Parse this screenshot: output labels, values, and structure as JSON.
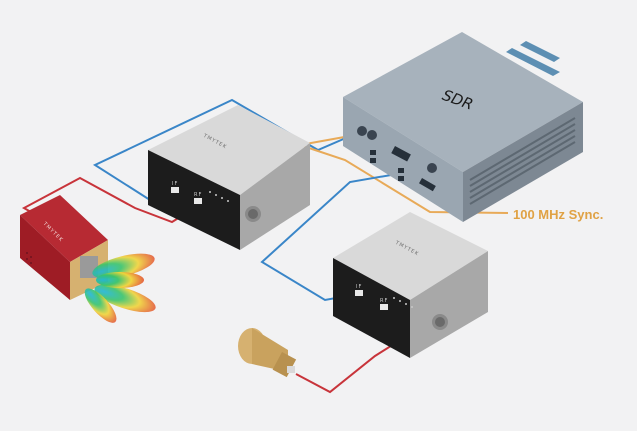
{
  "devices": {
    "sdr": {
      "label": "SDR"
    },
    "converter_top": {
      "brand": "TMYTEK",
      "port_if": "IF",
      "port_rf": "RF"
    },
    "converter_bottom": {
      "brand": "TMYTEK",
      "port_if": "IF",
      "port_rf": "RF"
    },
    "antenna_module": {
      "brand": "TMYTEK"
    }
  },
  "annotations": {
    "sync_label": "100 MHz Sync."
  },
  "colors": {
    "cable_blue": "#3a86c8",
    "cable_red": "#c8343a",
    "cable_sync": "#e8aa58",
    "sdr_body": "#8e9aa6",
    "converter_body": "#c3c3c3",
    "converter_face": "#1c1c1c",
    "antenna_red": "#9e1c25",
    "horn_gold": "#d6b170"
  }
}
